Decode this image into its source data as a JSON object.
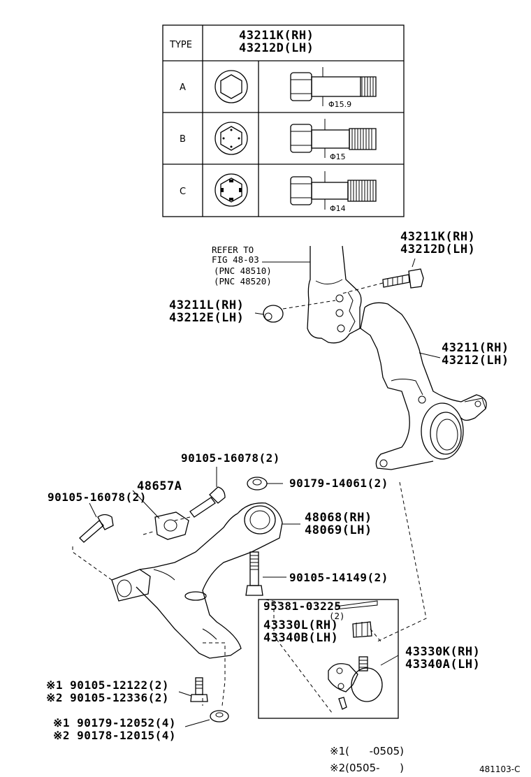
{
  "table": {
    "type_header": "TYPE",
    "part_header_line1": "43211K(RH)",
    "part_header_line2": "43212D(LH)",
    "rows": [
      {
        "type": "A",
        "diameter": "Φ15.9"
      },
      {
        "type": "B",
        "diameter": "Φ15"
      },
      {
        "type": "C",
        "diameter": "Φ14"
      }
    ]
  },
  "labels": {
    "refer_line1": "REFER TO",
    "refer_line2": "FIG 48-03",
    "refer_line3": "(PNC 48510)",
    "refer_line4": "(PNC 48520)",
    "bolt_top_rh": "43211K(RH)",
    "bolt_top_lh": "43212D(LH)",
    "nut_rh": "43211L(RH)",
    "nut_lh": "43212E(LH)",
    "knuckle_rh": "43211(RH)",
    "knuckle_lh": "43212(LH)",
    "bolt_90105_16078_a": "90105-16078(2)",
    "bracket_48657a": "48657A",
    "nut_90179_14061": "90179-14061(2)",
    "bolt_90105_16078_b": "90105-16078(2)",
    "arm_rh": "48068(RH)",
    "arm_lh": "48069(LH)",
    "bolt_90105_14149": "90105-14149(2)",
    "pin_95381": "95381-03225",
    "pin_qty": "(2)",
    "nut_43330l": "43330L(RH)",
    "nut_43340b": "43340B(LH)",
    "balljoint_rh": "43330K(RH)",
    "balljoint_lh": "43340A(LH)",
    "bolt_note1": "※1 90105-12122(2)",
    "bolt_note2": "※2 90105-12336(2)",
    "nut_note1": "※1 90179-12052(4)",
    "nut_note2": "※2 90178-12015(4)",
    "footnote1": "※1(      -0505)",
    "footnote2": "※2(0505-      )",
    "figure_code": "481103-C"
  }
}
